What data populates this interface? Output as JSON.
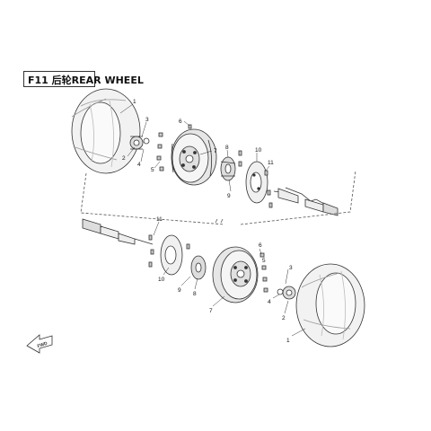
{
  "title": {
    "code": "F11",
    "chinese": "后轮",
    "english": "REAR WHEEL"
  },
  "callouts": {
    "upper": {
      "tire": "1",
      "hub_nut": "2",
      "cotter_pin": "3",
      "washer": "4",
      "lug_nut": "5",
      "valve": "6",
      "rim": "7",
      "hub": "8",
      "bolt": "9",
      "brake_disc": "10",
      "disc_bolt": "11"
    },
    "lower": {
      "disc_bolt": "11",
      "brake_disc": "10",
      "bolt": "9",
      "hub": "8",
      "valve": "6",
      "lug_nut": "5",
      "rim": "7",
      "cotter_pin": "3",
      "washer": "4",
      "hub_nut": "2",
      "tire": "1"
    }
  },
  "front_arrow": {
    "label": "FWD",
    "icon": "front-direction-arrow-icon"
  },
  "colors": {
    "line": "#333333",
    "tire_fill": "#f2f2f2",
    "rim_fill": "#e6e6e6"
  }
}
